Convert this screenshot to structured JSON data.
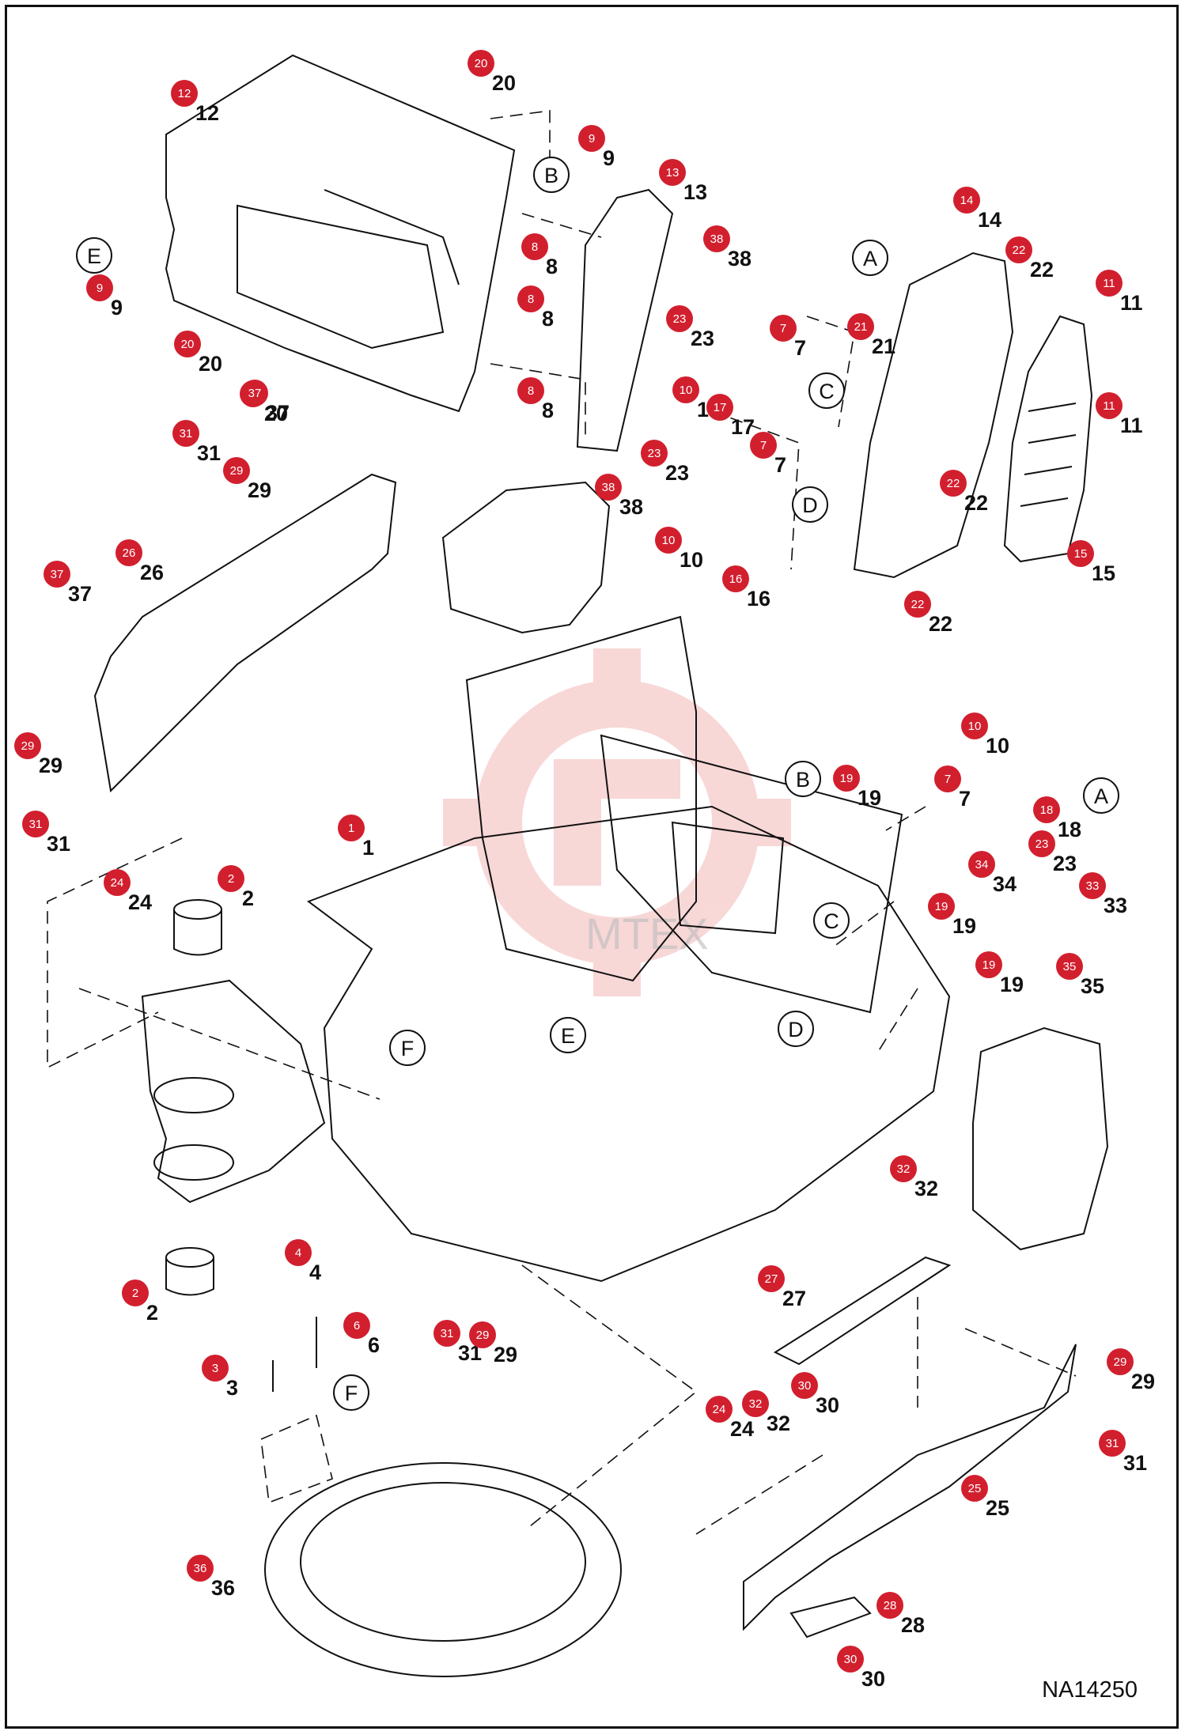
{
  "drawing_id": "NA14250",
  "watermark_text": "МТЕХ",
  "colors": {
    "badge": "#d21f2e",
    "line": "#111111",
    "watermark": "#f4b8b8"
  },
  "callouts": [
    {
      "n": "20"
    },
    {
      "n": "12"
    },
    {
      "n": "9"
    },
    {
      "n": "13"
    },
    {
      "n": "8"
    },
    {
      "n": "38"
    },
    {
      "n": "14"
    },
    {
      "n": "22"
    },
    {
      "n": "11"
    },
    {
      "n": "9"
    },
    {
      "n": "20"
    },
    {
      "n": "8"
    },
    {
      "n": "23"
    },
    {
      "n": "7"
    },
    {
      "n": "21"
    },
    {
      "n": "10"
    },
    {
      "n": "17"
    },
    {
      "n": "11"
    },
    {
      "n": "8"
    },
    {
      "n": "20"
    },
    {
      "n": "37"
    },
    {
      "n": "31"
    },
    {
      "n": "29"
    },
    {
      "n": "23"
    },
    {
      "n": "7"
    },
    {
      "n": "38"
    },
    {
      "n": "22"
    },
    {
      "n": "10"
    },
    {
      "n": "16"
    },
    {
      "n": "15"
    },
    {
      "n": "26"
    },
    {
      "n": "37"
    },
    {
      "n": "22"
    },
    {
      "n": "10"
    },
    {
      "n": "29"
    },
    {
      "n": "7"
    },
    {
      "n": "19"
    },
    {
      "n": "31"
    },
    {
      "n": "1"
    },
    {
      "n": "18"
    },
    {
      "n": "23"
    },
    {
      "n": "34"
    },
    {
      "n": "33"
    },
    {
      "n": "24"
    },
    {
      "n": "2"
    },
    {
      "n": "19"
    },
    {
      "n": "19"
    },
    {
      "n": "35"
    },
    {
      "n": "32"
    },
    {
      "n": "4"
    },
    {
      "n": "2"
    },
    {
      "n": "27"
    },
    {
      "n": "6"
    },
    {
      "n": "31"
    },
    {
      "n": "29"
    },
    {
      "n": "3"
    },
    {
      "n": "29"
    },
    {
      "n": "30"
    },
    {
      "n": "24"
    },
    {
      "n": "32"
    },
    {
      "n": "31"
    },
    {
      "n": "25"
    },
    {
      "n": "36"
    },
    {
      "n": "28"
    },
    {
      "n": "30"
    }
  ],
  "letters": [
    {
      "id": "B"
    },
    {
      "id": "E"
    },
    {
      "id": "A"
    },
    {
      "id": "C"
    },
    {
      "id": "D"
    },
    {
      "id": "B"
    },
    {
      "id": "A"
    },
    {
      "id": "C"
    },
    {
      "id": "D"
    },
    {
      "id": "F"
    },
    {
      "id": "E"
    },
    {
      "id": "F"
    }
  ]
}
